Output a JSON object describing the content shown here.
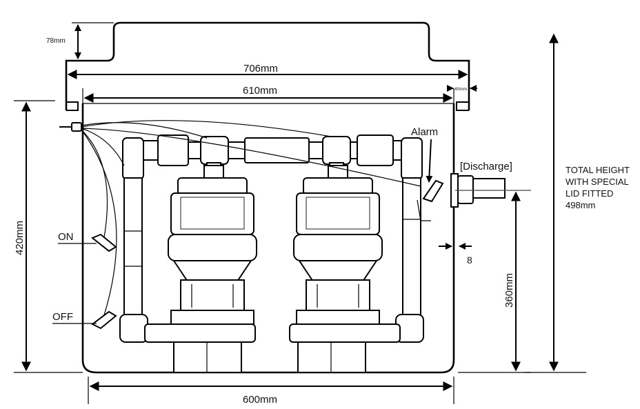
{
  "dimensions": {
    "lid_step": "78mm",
    "lid_width": "706mm",
    "inner_width": "610mm",
    "flange": "40mm",
    "tank_height": "420mm",
    "base_width": "600mm",
    "outlet_height": "360mm",
    "wall_thickness": "8"
  },
  "labels": {
    "alarm": "Alarm",
    "discharge": "[Discharge]",
    "on": "ON",
    "off": "OFF"
  },
  "note": {
    "lines": [
      "TOTAL HEIGHT",
      "WITH SPECIAL",
      "LID FITTED",
      "498mm"
    ]
  }
}
